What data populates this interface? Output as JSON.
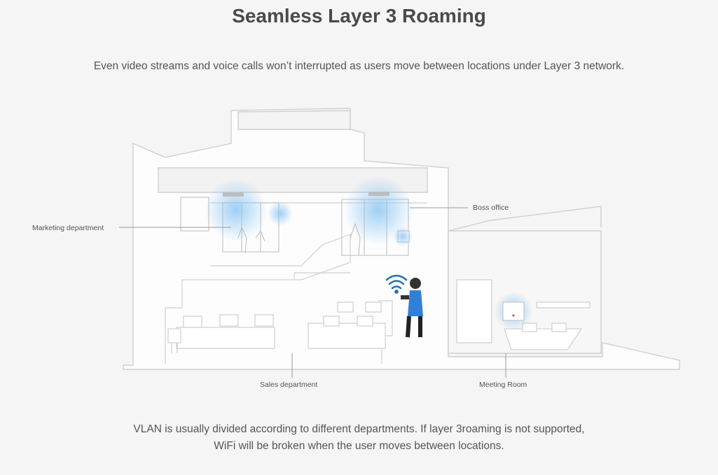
{
  "page": {
    "title": "Seamless Layer 3 Roaming",
    "subtitle": "Even video streams and voice calls won’t interrupted as users move between locations under Layer 3 network.",
    "caption_lines": [
      "VLAN is usually divided according to different departments. If layer 3roaming is not supported,",
      "WiFi will be broken when the user moves between locations."
    ]
  },
  "illustration": {
    "labels": {
      "marketing": "Marketing department",
      "boss": "Boss office",
      "sales": "Sales department",
      "meeting": "Meeting Room"
    }
  },
  "colors": {
    "line": "#cfcfcf",
    "wifi_glow": "#8fc7f2",
    "user_shirt": "#2f80d8",
    "wifi_icon": "#1f6fbf"
  }
}
